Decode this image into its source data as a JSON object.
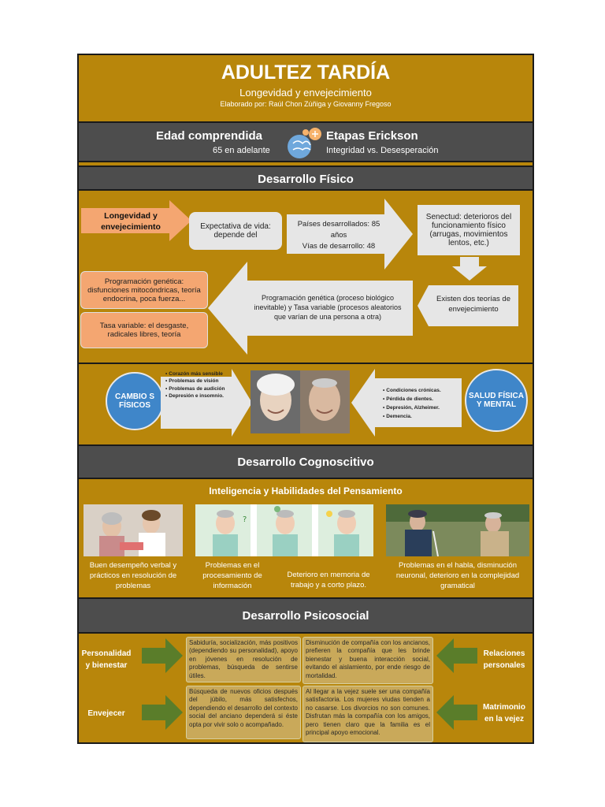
{
  "header": {
    "title": "ADULTEZ TARDÍA",
    "subtitle": "Longevidad y envejecimiento",
    "authors": "Elaborado por: Raúl Chon Zúñiga y Giovanny Fregoso"
  },
  "age_band": {
    "left_title": "Edad comprendida",
    "left_sub": "65 en adelante",
    "right_title": "Etapas Erickson",
    "right_sub": "Integridad vs. Desesperación"
  },
  "physical": {
    "heading": "Desarrollo Físico",
    "flow_start": "Longevidad y envejecimiento",
    "expectancy": "Expectativa de vida: depende del",
    "countries": "Países desarrollados: 85 años\nVías de desarrollo: 48",
    "senescence": "Senectud: deterioros del funcionamiento físico (arrugas, movimientos lentos, etc.)",
    "theories": "Existen dos teorías de envejecimiento",
    "theories_detail": "Programación genética (proceso biológico inevitable) y Tasa variable (procesos aleatorios que varían de una persona a otra)",
    "genetic": "Programación genética: disfunciones mitocóndricas, teoría endocrina, poca fuerza...",
    "variable_rate": "Tasa variable: el desgaste, radicales libres, teoría"
  },
  "changes": {
    "left_circle": "CAMBIO S FÍSICOS",
    "left_items": [
      "Corazón más sensible",
      "Problemas de visión",
      "Problemas de audición",
      "Depresión e insomnio."
    ],
    "right_circle": "SALUD FÍSICA Y MENTAL",
    "right_items": [
      "Condiciones crónicas.",
      "Pérdida de dientes.",
      "Depresión, Alzheimer.",
      "Demencia."
    ]
  },
  "cognitive": {
    "heading": "Desarrollo Cognoscitivo",
    "subheading": "Inteligencia y Habilidades del Pensamiento",
    "captions": [
      "Buen desempeño verbal y prácticos en resolución de problemas",
      "Problemas en el procesamiento de información",
      "Deterioro en memoria de trabajo y a corto plazo.",
      "Problemas en el habla, disminución neuronal, deterioro en la complejidad gramatical"
    ]
  },
  "psychosocial": {
    "heading": "Desarrollo Psicosocial",
    "left_top": "Personalidad y bienestar",
    "left_bottom": "Envejecer",
    "right_top": "Relaciones personales",
    "right_bottom": "Matrimonio en la vejez",
    "box_top_left": "Sabiduría, socialización, más positivos (dependiendo su personalidad), apoyo en jóvenes en resolución de problemas, búsqueda de sentirse útiles.",
    "box_top_right": "Disminución de compañía con los ancianos, prefieren la compañía que les brinde bienestar y buena interacción social, evitando el aislamiento, por ende riesgo de mortalidad.",
    "box_bottom_left": "Búsqueda de nuevos oficios después del júbilo, más satisfechos, dependiendo el desarrollo del contexto social del anciano dependerá si éste opta por vivir solo o acompañado.",
    "box_bottom_right": "Al llegar a la vejez suele ser una compañía satisfactoria. Los mujeres viudas tienden a no casarse. Los divorcios no son comunes. Disfrutan más la compañía con los amigos, pero tienen claro que la familia es el principal apoyo emocional."
  },
  "colors": {
    "gold": "#b8860b",
    "band": "#4d4d4d",
    "salmon": "#f4a671",
    "blue": "#3f86c9",
    "green": "#5a7d2a"
  }
}
